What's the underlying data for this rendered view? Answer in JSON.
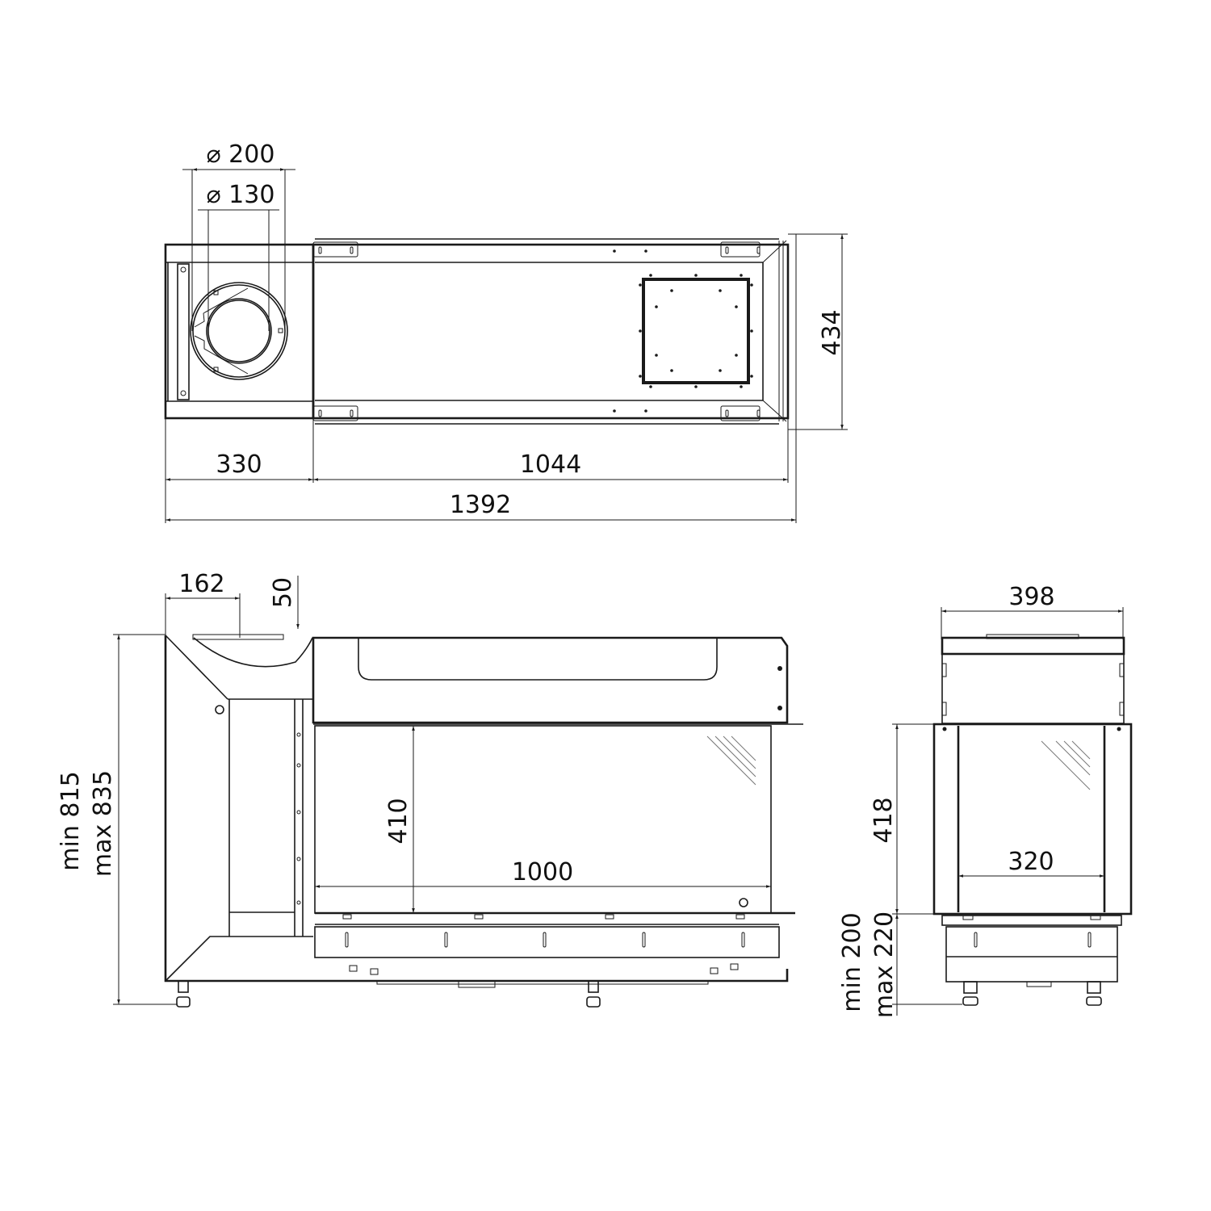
{
  "drawing": {
    "type": "technical-dimension-drawing",
    "units": "mm",
    "views": {
      "top": {
        "dims": {
          "flue_outer": "200",
          "flue_inner": "130",
          "diameter_symbol": "⌀",
          "depth": "434",
          "left_section": "330",
          "main_section": "1044",
          "overall_width": "1392"
        }
      },
      "front": {
        "dims": {
          "flue_offset": "162",
          "flue_drop": "50",
          "height_min": "min 815",
          "height_max": "max 835",
          "glass_height": "410",
          "glass_width": "1000"
        }
      },
      "side": {
        "dims": {
          "width": "398",
          "glass_height": "418",
          "glass_width": "320",
          "base_min": "min 200",
          "base_max": "max 220"
        }
      }
    }
  }
}
